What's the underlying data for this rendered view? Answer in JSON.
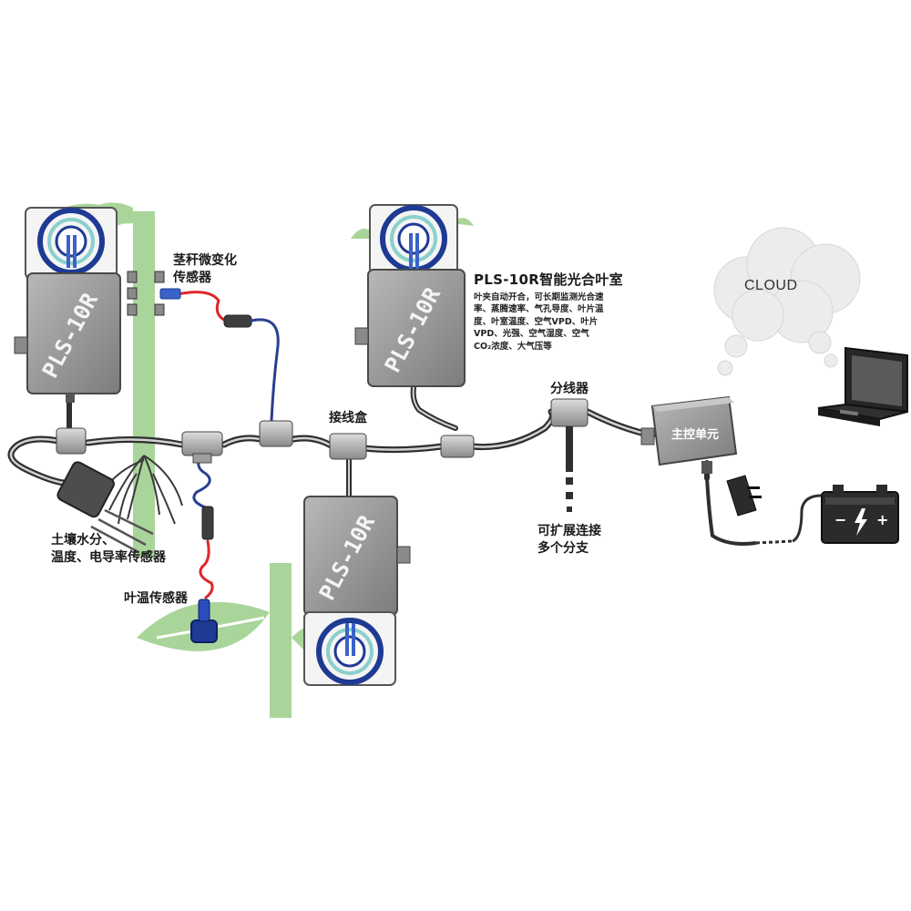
{
  "labels": {
    "stem_sensor": [
      "茎秆微变化",
      "传感器"
    ],
    "leaf_chamber_title": "PLS-10R智能光合叶室",
    "leaf_chamber_desc": [
      "叶夹自动开合，可长期监测光合速",
      "率、蒸腾速率、气孔导度、叶片温",
      "度、叶室温度、空气VPD、叶片",
      "VPD、光强、空气湿度、空气",
      "CO₂浓度、大气压等"
    ],
    "junction_box": "接线盒",
    "splitter": "分线器",
    "main_unit": "主控单元",
    "cloud": "CLOUD",
    "expand": [
      "可扩展连接",
      "多个分支"
    ],
    "soil_sensor": [
      "土壤水分、",
      "温度、电导率传感器"
    ],
    "leaf_temp_sensor": "叶温传感器"
  },
  "devices": {
    "chamber_model": "PLS-10R"
  },
  "colors": {
    "plant_green": "#a9d59a",
    "device_gray": "#8f8f8f",
    "cable_dark": "#2f2f2f",
    "wire_red": "#e0262a",
    "wire_blue": "#2a3f8f",
    "ring_blue": "#1f3a93",
    "ring_teal": "#8ad0cc",
    "cloud_gray": "#ececec",
    "battery_dark": "#2b2b2b"
  },
  "icons": [
    "cloud-icon",
    "laptop-icon",
    "battery-icon",
    "power-adapter-icon",
    "leaf-icon"
  ]
}
